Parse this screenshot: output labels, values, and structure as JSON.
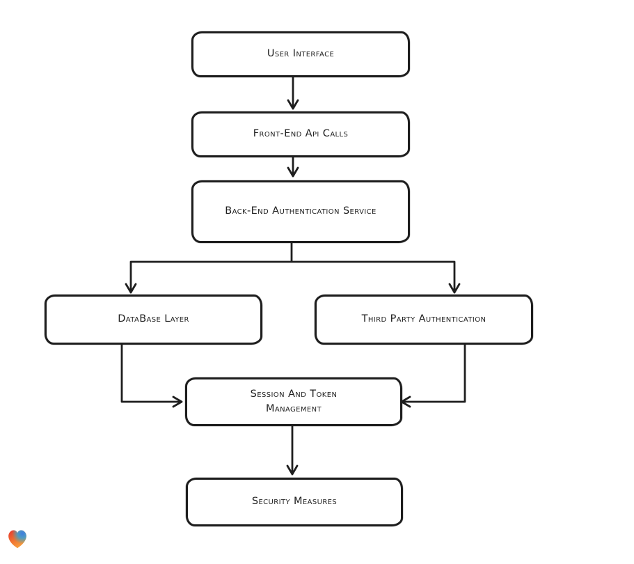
{
  "diagram": {
    "type": "flowchart",
    "style": "hand-drawn",
    "colors": {
      "background": "#ffffff",
      "stroke": "#1e1e1e",
      "node_fill": "#ffffff",
      "text": "#1e1e1e"
    },
    "nodes": [
      {
        "id": "user-interface",
        "label": "User Interface"
      },
      {
        "id": "front-end-api-calls",
        "label": "Front-End Api Calls"
      },
      {
        "id": "back-end-authentication-service",
        "label": "Back-End Authentication Service"
      },
      {
        "id": "database-layer",
        "label": "DataBase Layer"
      },
      {
        "id": "third-party-authentication",
        "label": "Third Party Authentication"
      },
      {
        "id": "session-and-token-management",
        "label": "Session And Token Management"
      },
      {
        "id": "security-measures",
        "label": "Security Measures"
      }
    ],
    "edges": [
      {
        "from": "user-interface",
        "to": "front-end-api-calls"
      },
      {
        "from": "front-end-api-calls",
        "to": "back-end-authentication-service"
      },
      {
        "from": "back-end-authentication-service",
        "to": "database-layer"
      },
      {
        "from": "back-end-authentication-service",
        "to": "third-party-authentication"
      },
      {
        "from": "database-layer",
        "to": "session-and-token-management"
      },
      {
        "from": "third-party-authentication",
        "to": "session-and-token-management"
      },
      {
        "from": "session-and-token-management",
        "to": "security-measures"
      }
    ]
  },
  "logo": {
    "icon": "gradient-heart-icon",
    "colors": [
      "#e8372f",
      "#f8a13f",
      "#3f7de0"
    ]
  }
}
